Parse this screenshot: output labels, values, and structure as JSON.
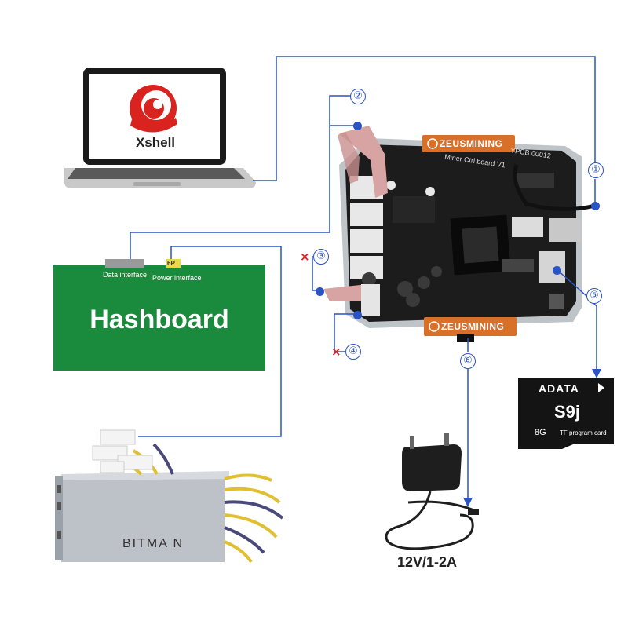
{
  "laptop": {
    "app_name": "Xshell"
  },
  "hashboard": {
    "title": "Hashboard",
    "data_interface_label": "Data interface",
    "power_interface_label": "Power interface",
    "power_pin_label": "6P"
  },
  "control_board": {
    "brand_top": "ZEUSMINING",
    "brand_bottom": "ZEUSMINING",
    "silk_text": "Miner Ctrl board V1",
    "part_code": "YPCB 00012"
  },
  "sd_card": {
    "brand": "ADATA",
    "model": "S9j",
    "capacity": "8G",
    "caption": "TF program card"
  },
  "psu": {
    "brand": "BITMA N"
  },
  "adapter": {
    "rating": "12V/1-2A"
  },
  "markers": [
    {
      "id": "m1",
      "symbol": "①"
    },
    {
      "id": "m2",
      "symbol": "②"
    },
    {
      "id": "m3",
      "symbol": "③"
    },
    {
      "id": "m4",
      "symbol": "④"
    },
    {
      "id": "m5",
      "symbol": "⑤"
    },
    {
      "id": "m6",
      "symbol": "⑥"
    }
  ],
  "not_connected_mark": "×",
  "colors": {
    "connector_line": "#2a54c4",
    "hashboard_green": "#1a8a3c",
    "label_orange": "#d9702a",
    "x_red": "#e02020"
  }
}
